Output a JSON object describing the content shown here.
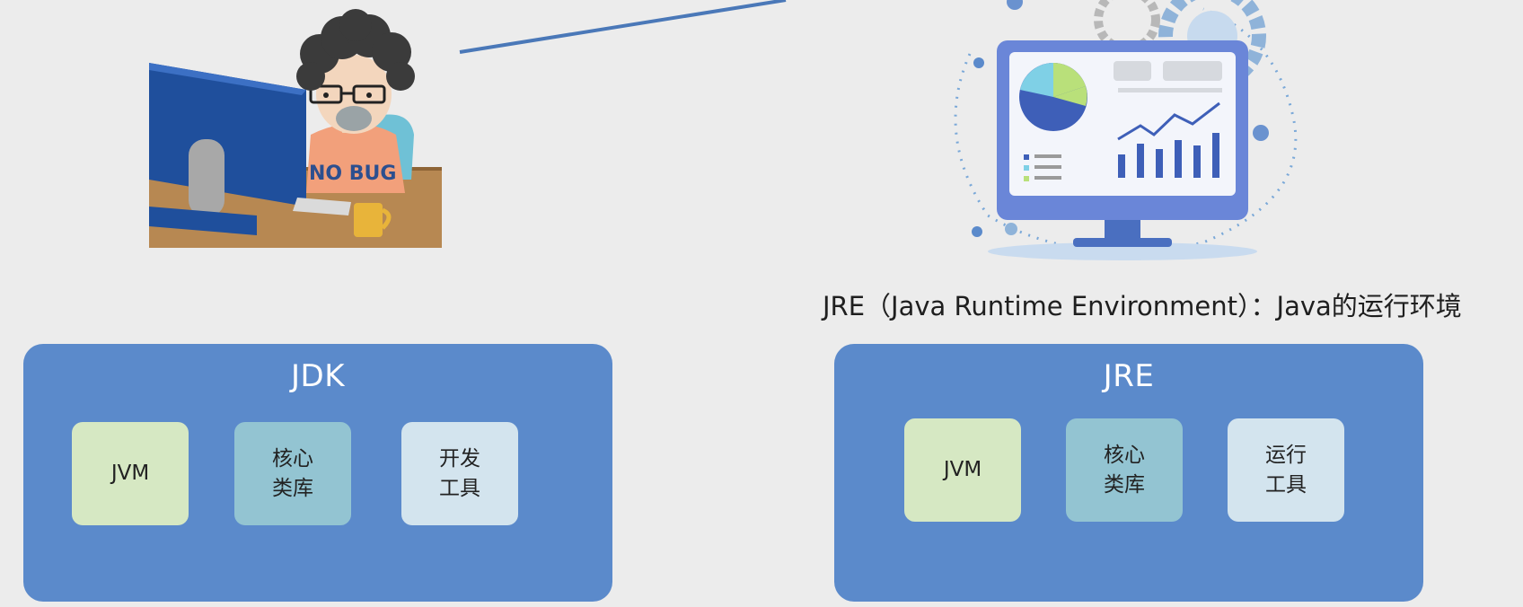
{
  "caption": "JRE（Java Runtime Environment）：Java的运行环境",
  "jdk": {
    "title": "JDK",
    "components": [
      {
        "line1": "JVM",
        "line2": ""
      },
      {
        "line1": "核心",
        "line2": "类库"
      },
      {
        "line1": "开发",
        "line2": "工具"
      }
    ]
  },
  "jre": {
    "title": "JRE",
    "components": [
      {
        "line1": "JVM",
        "line2": ""
      },
      {
        "line1": "核心",
        "line2": "类库"
      },
      {
        "line1": "运行",
        "line2": "工具"
      }
    ]
  },
  "illustrations": {
    "left": "developer-at-computer",
    "right": "monitor-with-dashboard"
  },
  "colors": {
    "box": "#5b8acb",
    "jvm": "#d6e8c3",
    "core": "#93c4d2",
    "tools": "#d3e4ee",
    "connector": "#4a78b8"
  }
}
